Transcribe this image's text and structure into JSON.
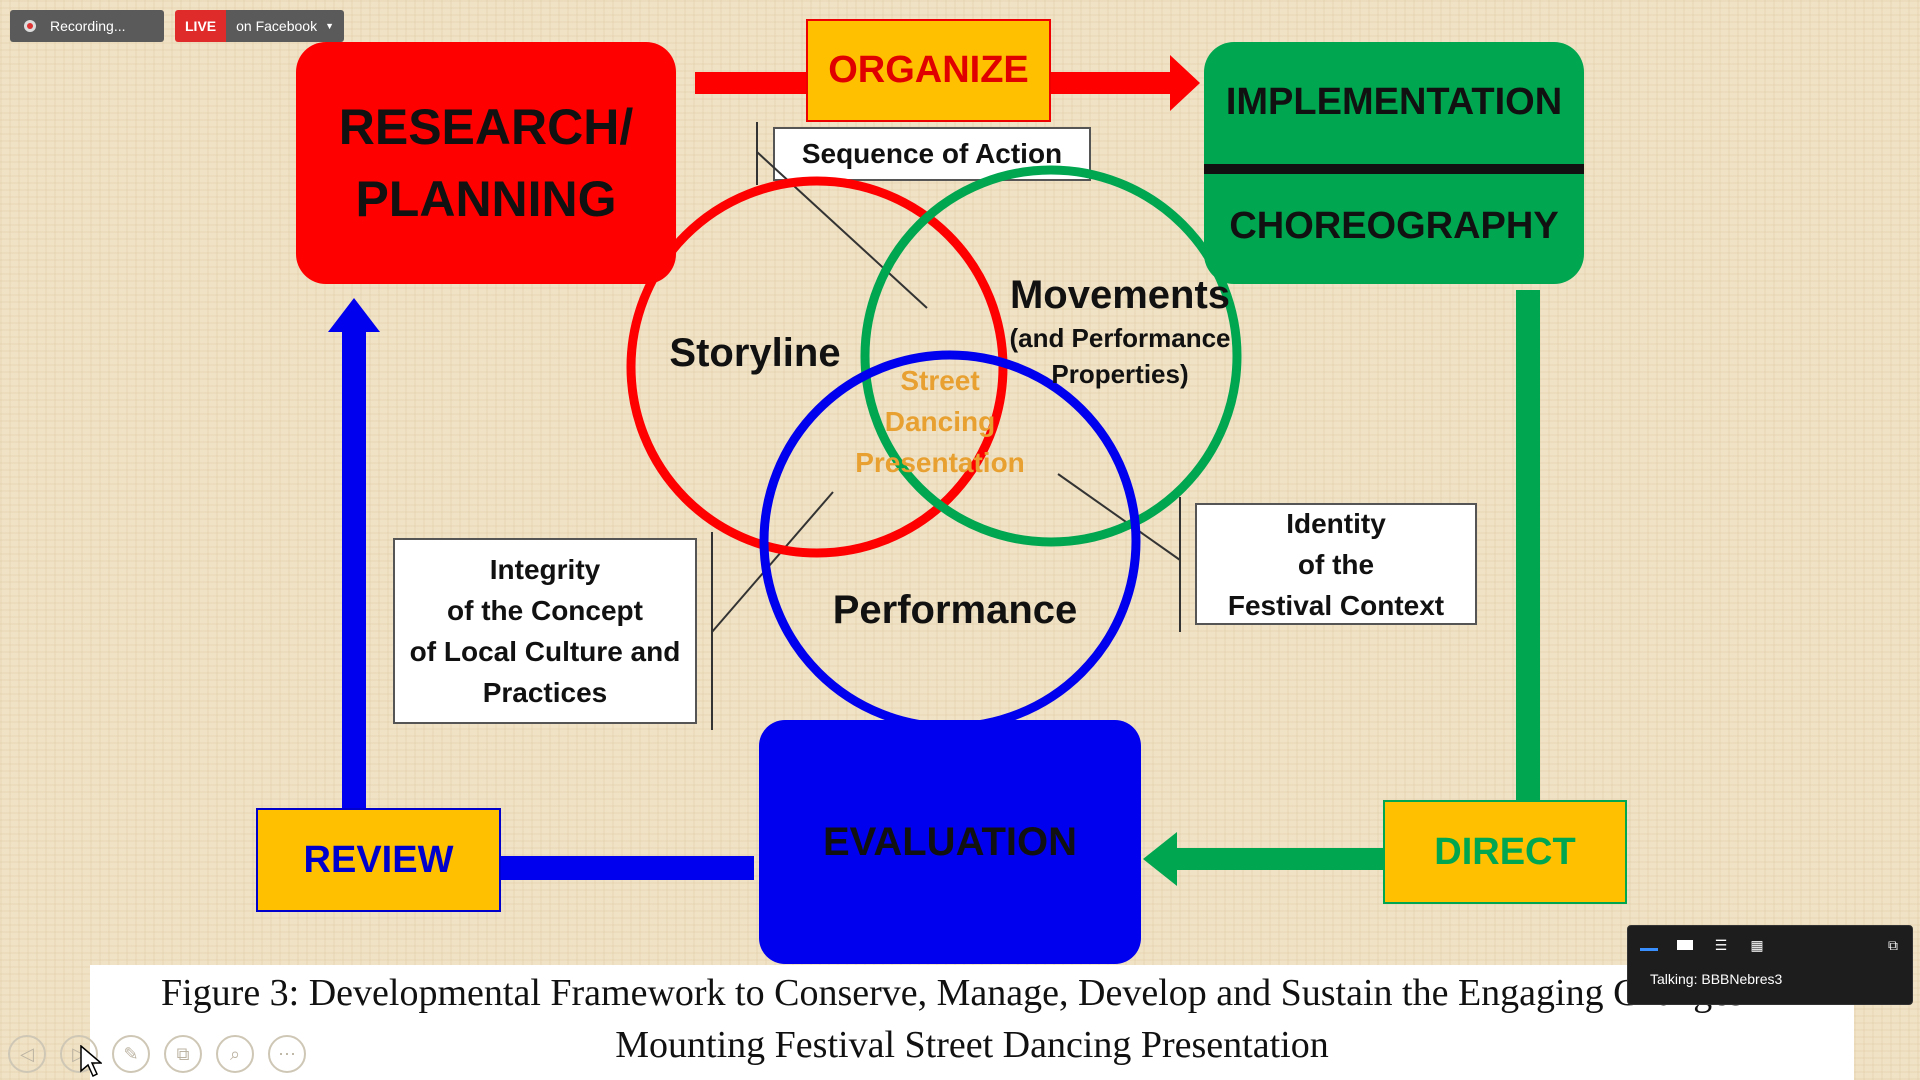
{
  "recording": {
    "label": "Recording..."
  },
  "live": {
    "tag": "LIVE",
    "destination": "on Facebook"
  },
  "diagram": {
    "research_planning": [
      "RESEARCH/",
      "PLANNING"
    ],
    "organize": "ORGANIZE",
    "implementation": "IMPLEMENTATION",
    "choreography": "CHOREOGRAPHY",
    "sequence_of_action": "Sequence of Action",
    "storyline": "Storyline",
    "movements": "Movements",
    "movements_sub": [
      "(and Performance",
      "Properties)"
    ],
    "center": [
      "Street",
      "Dancing",
      "Presentation"
    ],
    "performance": "Performance",
    "integrity": [
      "Integrity",
      "of the Concept",
      "of Local Culture and",
      "Practices"
    ],
    "identity": [
      "Identity",
      "of the",
      "Festival Context"
    ],
    "evaluation": "EVALUATION",
    "review": "REVIEW",
    "direct": "DIRECT"
  },
  "caption": {
    "line1": "Figure 3: Developmental Framework to Conserve, Manage, Develop and Sustain the Engaging Changes in",
    "line2": "Mounting Festival Street Dancing Presentation"
  },
  "meeting_panel": {
    "talking": "Talking: BBBNebres3"
  },
  "colors": {
    "red": "#ff0000",
    "green": "#00a650",
    "blue": "#0000ee",
    "yellow": "#ffc000",
    "center_text": "#e8a030"
  }
}
